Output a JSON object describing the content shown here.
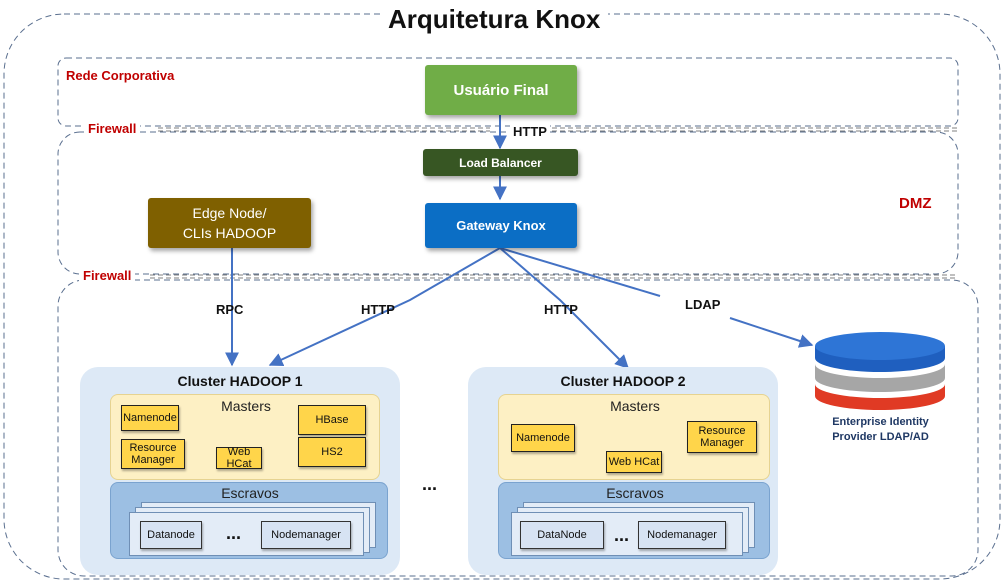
{
  "title": "Arquitetura Knox",
  "zones": {
    "corporate": "Rede Corporativa",
    "firewall_top": "Firewall",
    "dmz": "DMZ",
    "firewall_bottom": "Firewall"
  },
  "nodes": {
    "end_user": "Usuário Final",
    "load_balancer": "Load Balancer",
    "gateway": "Gateway Knox",
    "edge_node_line1": "Edge Node/",
    "edge_node_line2": "CLIs HADOOP",
    "idp_line1": "Enterprise Identity",
    "idp_line2": "Provider LDAP/AD"
  },
  "edges": {
    "http_top": "HTTP",
    "rpc": "RPC",
    "http_left": "HTTP",
    "http_right": "HTTP",
    "ldap": "LDAP"
  },
  "clusters": [
    {
      "title": "Cluster HADOOP  1",
      "masters_label": "Masters",
      "masters": [
        "Namenode",
        "Resource Manager",
        "Web HCat",
        "HBase",
        "HS2"
      ],
      "slaves_label": "Escravos",
      "slaves": [
        "Datanode",
        "...",
        "Nodemanager"
      ]
    },
    {
      "title": "Cluster HADOOP  2",
      "masters_label": "Masters",
      "masters": [
        "Namenode",
        "Resource Manager",
        "Web HCat"
      ],
      "slaves_label": "Escravos",
      "slaves": [
        "DataNode",
        "...",
        "Nodemanager"
      ]
    }
  ],
  "between_clusters": "...",
  "colors": {
    "end_user": "#70ad47",
    "load_balancer": "#375623",
    "gateway": "#0b6ec5",
    "edge_node": "#7f6000",
    "zone_label": "#c00000",
    "dashed_border": "#5a6f8f",
    "arrow": "#4472c4"
  }
}
